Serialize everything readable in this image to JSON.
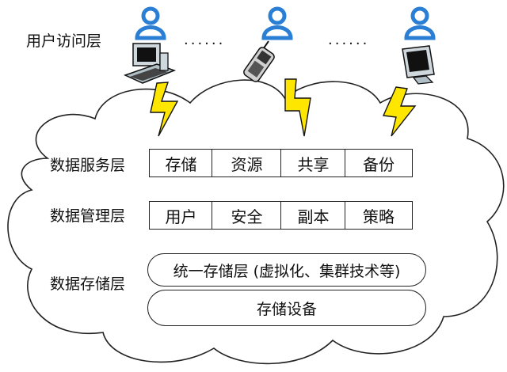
{
  "access_layer": {
    "label": "用户访问层",
    "ellipsis": [
      "......",
      "......"
    ],
    "clients": [
      {
        "user_icon": "user-icon",
        "device_icon": "desktop-computer-icon"
      },
      {
        "user_icon": "user-icon",
        "device_icon": "mobile-phone-icon"
      },
      {
        "user_icon": "user-icon",
        "device_icon": "monitor-icon"
      }
    ],
    "link_icon": "lightning-bolt-icon"
  },
  "service_layer": {
    "label": "数据服务层",
    "cells": [
      "存储",
      "资源",
      "共享",
      "备份"
    ]
  },
  "management_layer": {
    "label": "数据管理层",
    "cells": [
      "用户",
      "安全",
      "副本",
      "策略"
    ]
  },
  "storage_layer": {
    "label": "数据存储层",
    "unified": "统一存储层 (虚拟化、集群技术等)",
    "devices": "存储设备"
  },
  "colors": {
    "user_blue": "#2a7fd4",
    "bolt_yellow": "#ffe600",
    "line": "#222222",
    "background": "#ffffff"
  }
}
